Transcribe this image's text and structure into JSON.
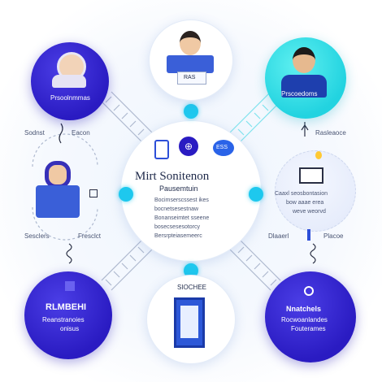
{
  "diagram": {
    "center": {
      "title": "Mirt Sonitenon",
      "subtitle": "Pausemtuin",
      "top_badge": "ESS",
      "lines": [
        "Bocimserscssest ikes",
        "bocnetsesestnaw",
        "Bonanseimtet sseene",
        "bosecsesesotorcy",
        "Bersrpteiasemeerc"
      ]
    },
    "nodes": {
      "top_left": {
        "label": "Prsoolnmmas"
      },
      "top": {
        "label": "RAS"
      },
      "top_right": {
        "label": "Prscoedoms"
      },
      "left": {
        "label_left": "Sesclers",
        "label_right": "Fresclct",
        "side_left": "Sodnst",
        "side_right": "Eacon"
      },
      "right": {
        "lines": [
          "Caaxl seosbontasion",
          "bow aaae erea",
          "weve weorvd"
        ],
        "side_left": "Dlaaerl",
        "side_right": "Placoe",
        "top_label": "Rasleaoce"
      },
      "bottom_left": {
        "title": "RLMBEHI",
        "lines": [
          "Reanstranoies",
          "onisus"
        ]
      },
      "bottom": {
        "label": "SIOCHEE"
      },
      "bottom_right": {
        "title": "Nnatchels",
        "lines": [
          "Rocwoanlandes",
          "Fouterames"
        ]
      }
    },
    "colors": {
      "dark_node": "#2a1bc2",
      "cyan_node": "#22d3e0",
      "connector": "#1ec8ee",
      "center_border": "#d9e4f5"
    }
  }
}
